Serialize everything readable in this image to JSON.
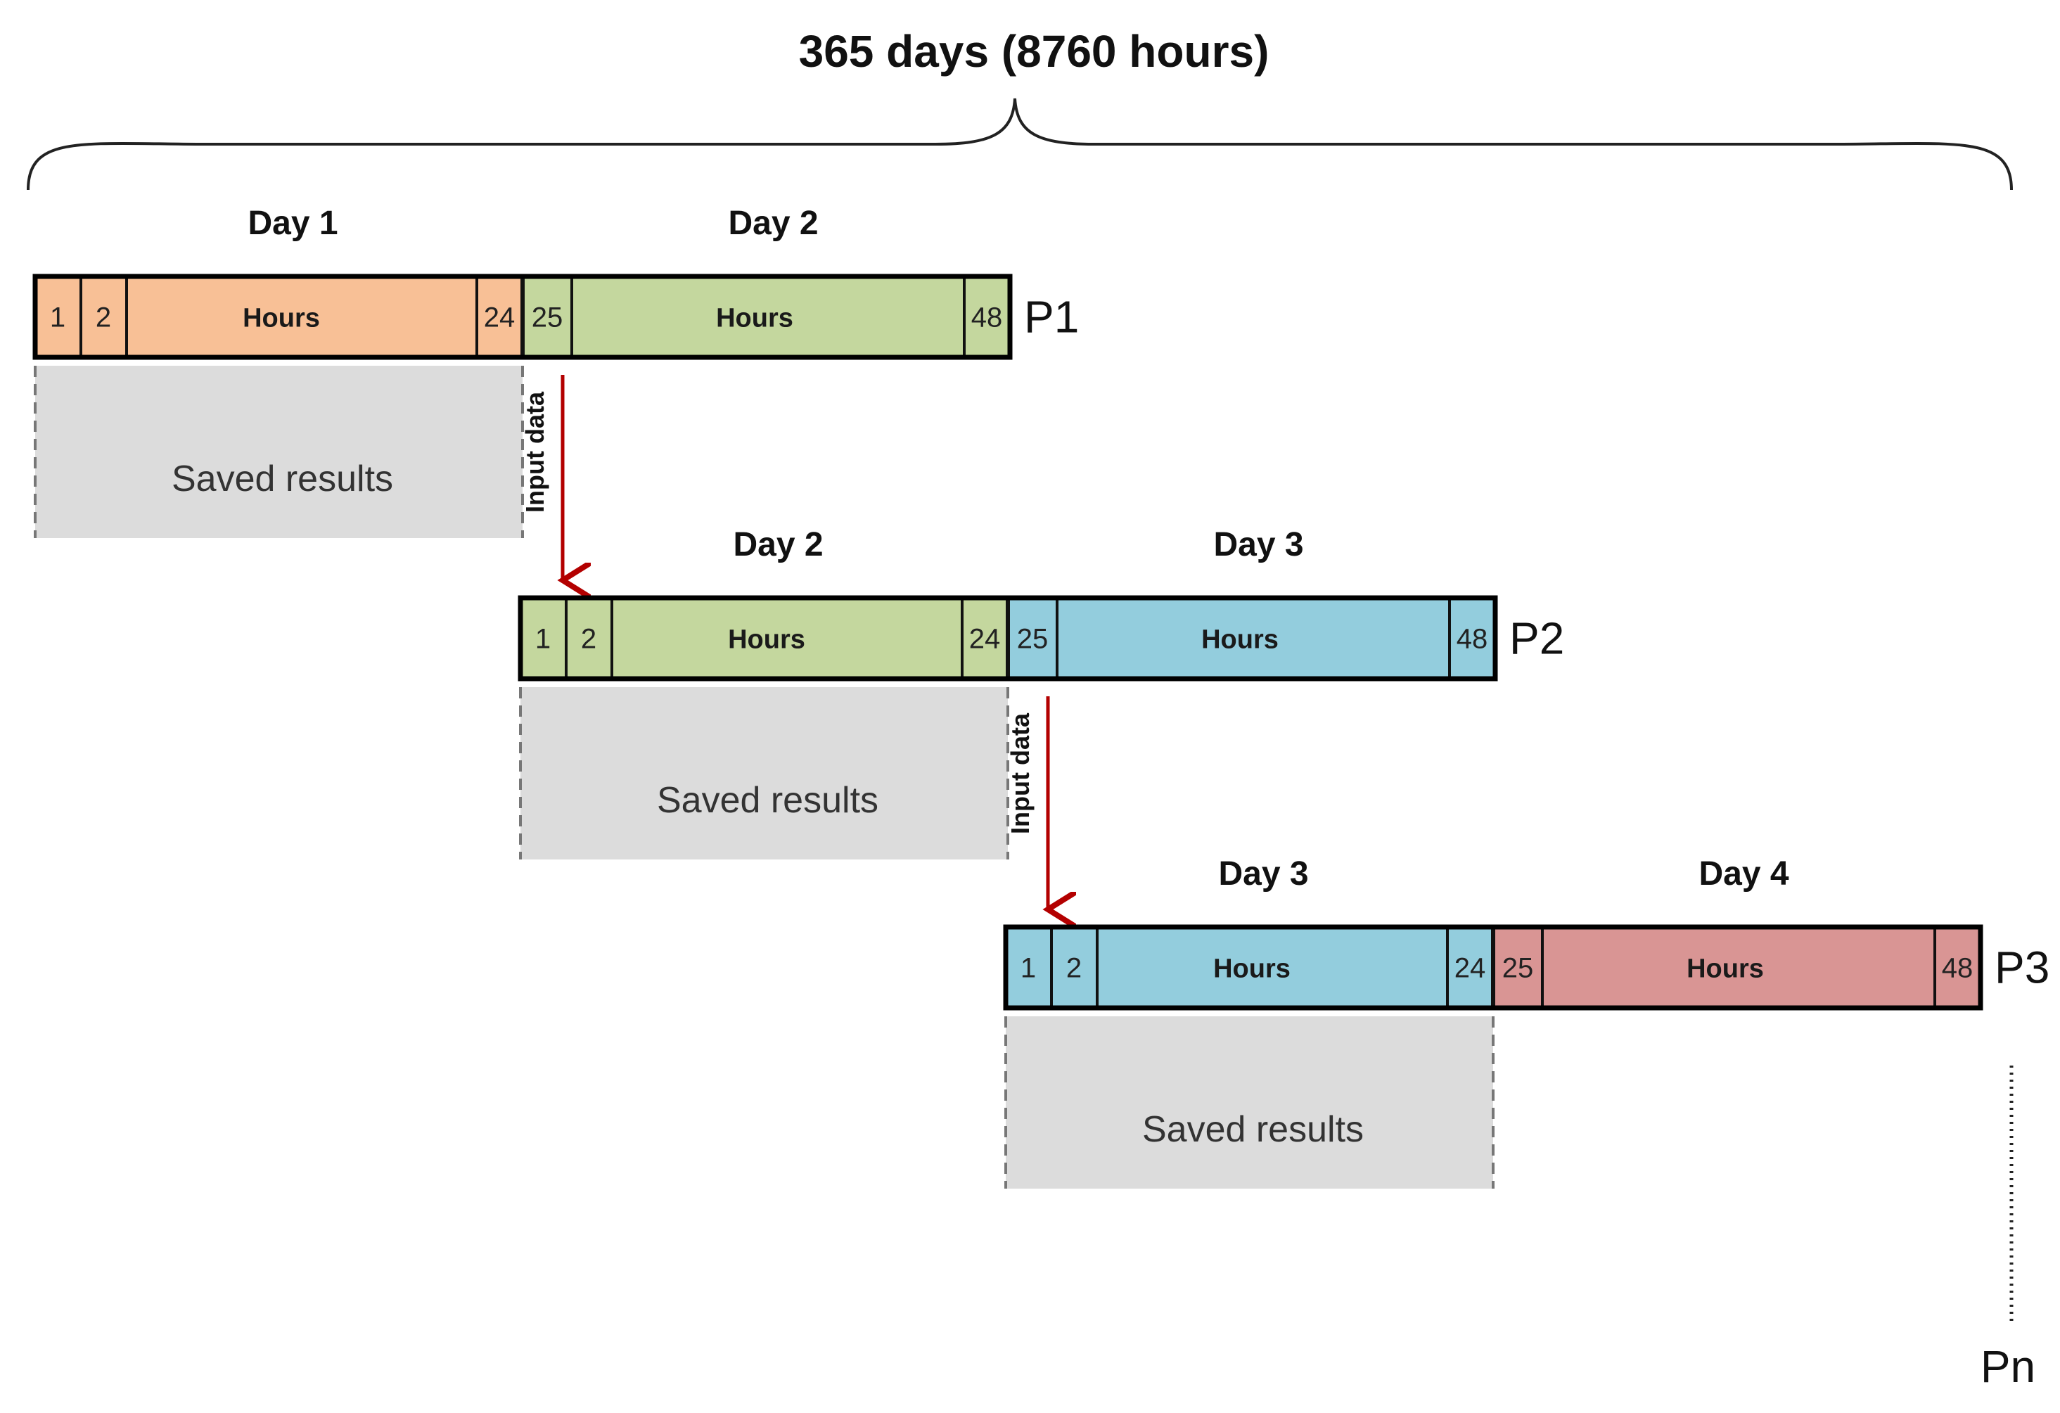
{
  "title": "365 days (8760 hours)",
  "colors": {
    "orange": "#f8c096",
    "green": "#c4d79e",
    "blue": "#93cddd",
    "red": "#d99594",
    "saved_gray": "#dcdcdc",
    "arrow_red": "#b30000"
  },
  "periods": [
    {
      "label": "P1",
      "day_left": "Day 1",
      "day_right": "Day 2",
      "left_cells": [
        "1",
        "2",
        "Hours",
        "24"
      ],
      "right_cells": [
        "25",
        "Hours",
        "48"
      ],
      "left_color": "orange",
      "right_color": "green",
      "saved": "Saved results",
      "input": "Input data"
    },
    {
      "label": "P2",
      "day_left": "Day 2",
      "day_right": "Day 3",
      "left_cells": [
        "1",
        "2",
        "Hours",
        "24"
      ],
      "right_cells": [
        "25",
        "Hours",
        "48"
      ],
      "left_color": "green",
      "right_color": "blue",
      "saved": "Saved results",
      "input": "Input data"
    },
    {
      "label": "P3",
      "day_left": "Day 3",
      "day_right": "Day 4",
      "left_cells": [
        "1",
        "2",
        "Hours",
        "24"
      ],
      "right_cells": [
        "25",
        "Hours",
        "48"
      ],
      "left_color": "blue",
      "right_color": "red",
      "saved": "Saved results"
    }
  ],
  "last_label": "Pn"
}
